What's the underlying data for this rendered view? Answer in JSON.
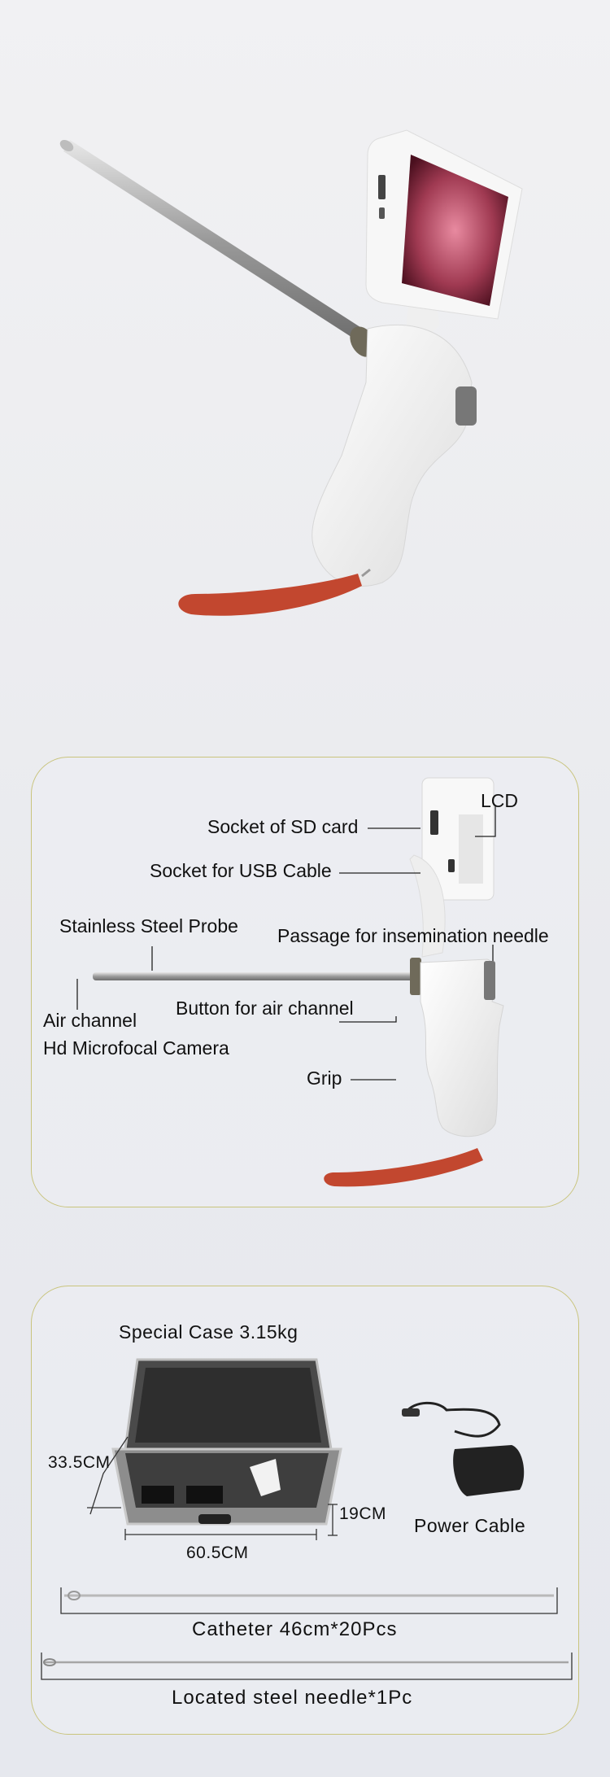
{
  "diagram": {
    "labels": {
      "lcd": "LCD",
      "sd_socket": "Socket of SD card",
      "usb_socket": "Socket for USB Cable",
      "probe": "Stainless Steel Probe",
      "needle_passage": "Passage for insemination needle",
      "air_channel": "Air channel",
      "camera": "Hd Microfocal Camera",
      "air_button": "Button for air channel",
      "grip": "Grip"
    }
  },
  "package": {
    "case_title": "Special Case 3.15kg",
    "case_height": "33.5CM",
    "case_depth": "19CM",
    "case_width": "60.5CM",
    "power_cable": "Power Cable",
    "catheter": "Catheter 46cm*20Pcs",
    "needle": "Located steel needle*1Pc"
  },
  "colors": {
    "card_border": "#c9c47d",
    "strap": "#c2472f",
    "device_white": "#f4f4f4",
    "steel": "#a9a9a9"
  }
}
